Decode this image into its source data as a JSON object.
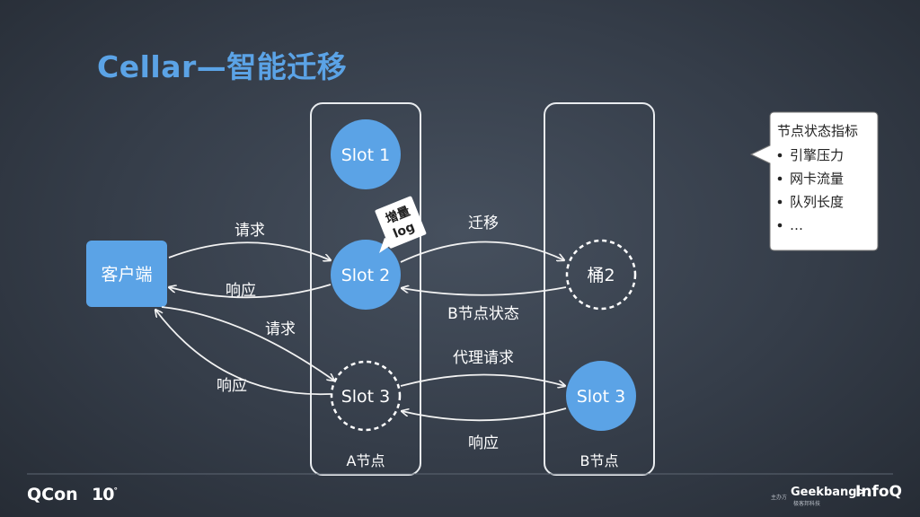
{
  "title": "Cellar—智能迁移",
  "client": {
    "label": "客户端"
  },
  "node_a": {
    "label": "A节点",
    "slots": [
      "Slot 1",
      "Slot 2",
      "Slot 3"
    ],
    "tag": {
      "line1": "增量",
      "line2": "log"
    }
  },
  "node_b": {
    "label": "B节点",
    "bucket": "桶2",
    "slot": "Slot 3"
  },
  "arrows": {
    "client_to_slot2": "请求",
    "slot2_to_client": "响应",
    "client_to_slot3": "请求",
    "slot3_to_client": "响应",
    "migrate": "迁移",
    "b_status": "B节点状态",
    "proxy_request": "代理请求",
    "proxy_response": "响应"
  },
  "legend": {
    "title": "节点状态指标",
    "items": [
      "引擎压力",
      "网卡流量",
      "队列长度",
      "…"
    ]
  },
  "footer": {
    "brand": "QCon",
    "edition": "10",
    "sponsor": "主办方",
    "geekbang": "Geekbang>.",
    "geekbang_sub": "极客邦科技",
    "infoq": "InfoQ"
  },
  "colors": {
    "accent": "#5ba3e6",
    "background": "#353d49"
  }
}
